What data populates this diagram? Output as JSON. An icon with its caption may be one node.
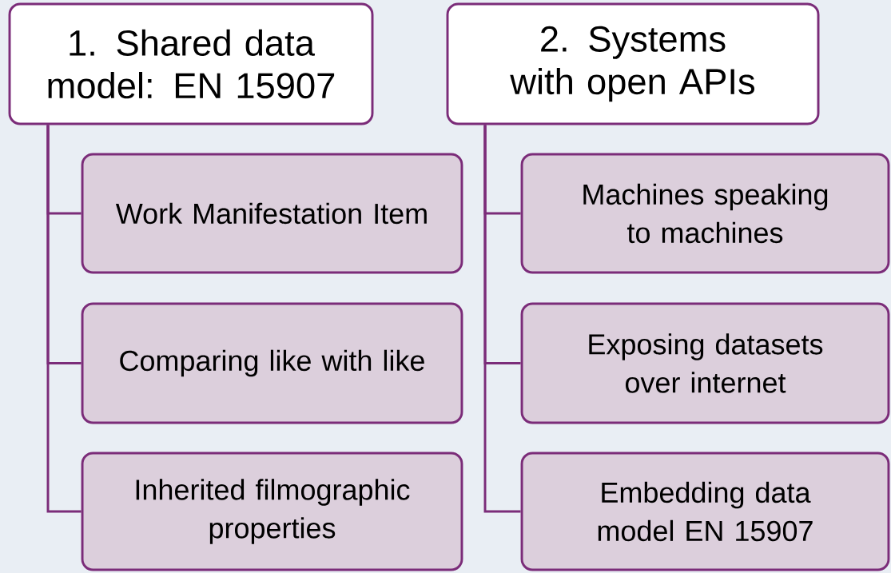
{
  "diagram": {
    "nodes": [
      {
        "text": [
          "1. Shared data model: EN 15907"
        ]
      },
      {
        "text": [
          "Work Manifestation Item"
        ]
      },
      {
        "text": [
          "Comparing like with like"
        ]
      },
      {
        "text": [
          "Inherited filmographic properties"
        ]
      },
      {
        "text": [
          "2. Systems with open APIs"
        ]
      },
      {
        "text": [
          "Machines speaking to machines"
        ]
      },
      {
        "text": [
          "Exposing datasets over internet"
        ]
      },
      {
        "text": [
          "Embedding data model EN 15907"
        ]
      }
    ],
    "edges": [
      {
        "from": 0,
        "to": 1,
        "arrow": "none"
      },
      {
        "from": 0,
        "to": 2,
        "arrow": "none"
      },
      {
        "from": 0,
        "to": 3,
        "arrow": "none"
      },
      {
        "from": 4,
        "to": 5,
        "arrow": "none"
      },
      {
        "from": 4,
        "to": 6,
        "arrow": "none"
      },
      {
        "from": 4,
        "to": 7,
        "arrow": "none"
      }
    ]
  }
}
